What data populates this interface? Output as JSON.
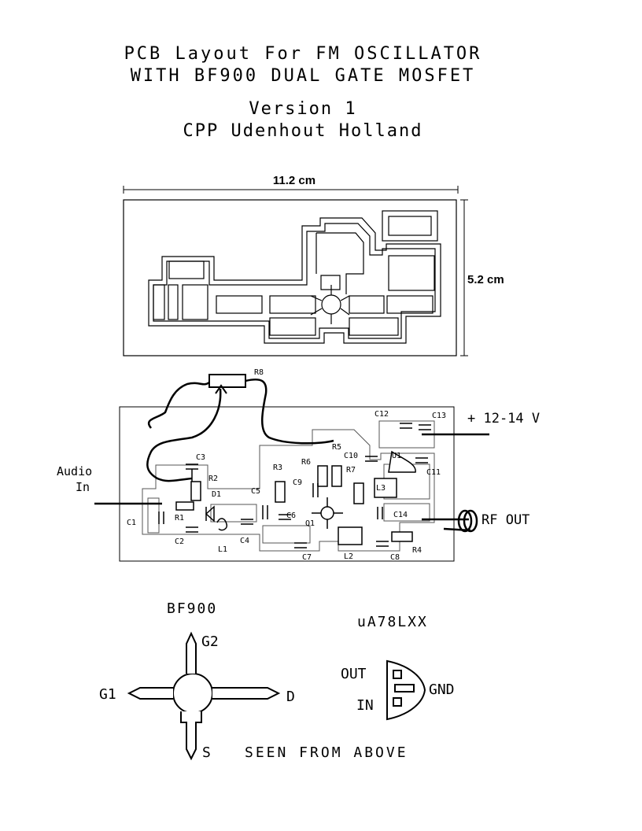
{
  "title": {
    "line1": "PCB Layout For FM OSCILLATOR",
    "line2": "WITH BF900 DUAL GATE MOSFET",
    "line3": "Version 1",
    "line4": "CPP Udenhout Holland"
  },
  "dimensions": {
    "width": "11.2 cm",
    "height": "5.2 cm"
  },
  "components": {
    "r1": "R1",
    "r2": "R2",
    "r3": "R3",
    "r4": "R4",
    "r5": "R5",
    "r6": "R6",
    "r7": "R7",
    "r8": "R8",
    "c1": "C1",
    "c2": "C2",
    "c3": "C3",
    "c4": "C4",
    "c5": "C5",
    "c6": "C6",
    "c7": "C7",
    "c8": "C8",
    "c9": "C9",
    "c10": "C10",
    "c11": "C11",
    "c12": "C12",
    "c13": "C13",
    "c14": "C14",
    "d1": "D1",
    "l1": "L1",
    "l2": "L2",
    "l3": "L3",
    "q1": "Q1",
    "u1": "U1"
  },
  "connections": {
    "audio_line1": "Audio",
    "audio_line2": "In",
    "supply": "+ 12-14 V",
    "rf_out": "RF OUT"
  },
  "pinouts": {
    "bf900": {
      "title": "BF900",
      "g1": "G1",
      "g2": "G2",
      "d": "D",
      "s": "S"
    },
    "regulator": {
      "title": "uA78LXX",
      "out": "OUT",
      "in": "IN",
      "gnd": "GND"
    },
    "note": "SEEN FROM ABOVE"
  }
}
